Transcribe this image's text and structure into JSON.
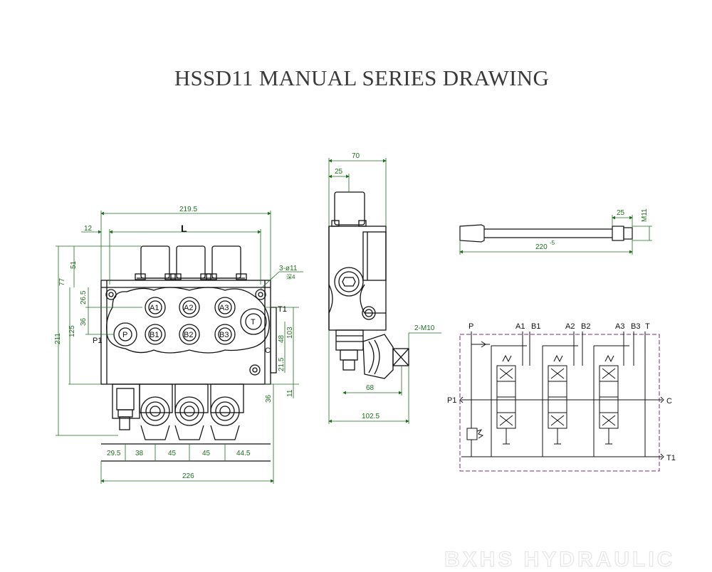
{
  "title": "HSSD11 MANUAL SERIES DRAWING",
  "front": {
    "dims": {
      "overall_top": "219.5",
      "offset_left": "12",
      "length_label": "L",
      "height_total": "211",
      "height_upper": "77",
      "height_lever": "51",
      "body_height": "125",
      "upper_port": "26.5",
      "port_pitch": "36",
      "right_103": "103",
      "right_48": "48",
      "right_21_5": "21.5",
      "right_36": "36",
      "right_11": "11",
      "mount_holes": "3-ø11",
      "mount_holes_sub": "深4",
      "bottom_29_5": "29.5",
      "bottom_38": "38",
      "bottom_45a": "45",
      "bottom_45b": "45",
      "bottom_44_5": "44.5",
      "overall_bottom": "226"
    },
    "ports": {
      "a1": "A1",
      "a2": "A2",
      "a3": "A3",
      "b1": "B1",
      "b2": "B2",
      "b3": "B3",
      "p": "P",
      "t": "T",
      "t1": "T1",
      "p1": "P1",
      "c": "C"
    }
  },
  "side": {
    "dims": {
      "top_70": "70",
      "top_25": "25",
      "thread": "2-M10",
      "dim_68": "68",
      "dim_102_5": "102.5"
    }
  },
  "lever": {
    "dims": {
      "dim_25": "25",
      "thread": "M11",
      "length": "220",
      "tolerance": "-5"
    }
  },
  "schematic": {
    "labels": {
      "p": "P",
      "a1": "A1",
      "b1": "B1",
      "a2": "A2",
      "b2": "B2",
      "a3": "A3",
      "b3": "B3",
      "t": "T",
      "p1": "P1",
      "c": "C",
      "t1": "T1"
    }
  },
  "watermark": "BXHS HYDRAULIC",
  "colors": {
    "line": "#111111",
    "dimension": "#1e6f1e",
    "frame": "#7a2a7a",
    "title": "#3a3a3a"
  }
}
